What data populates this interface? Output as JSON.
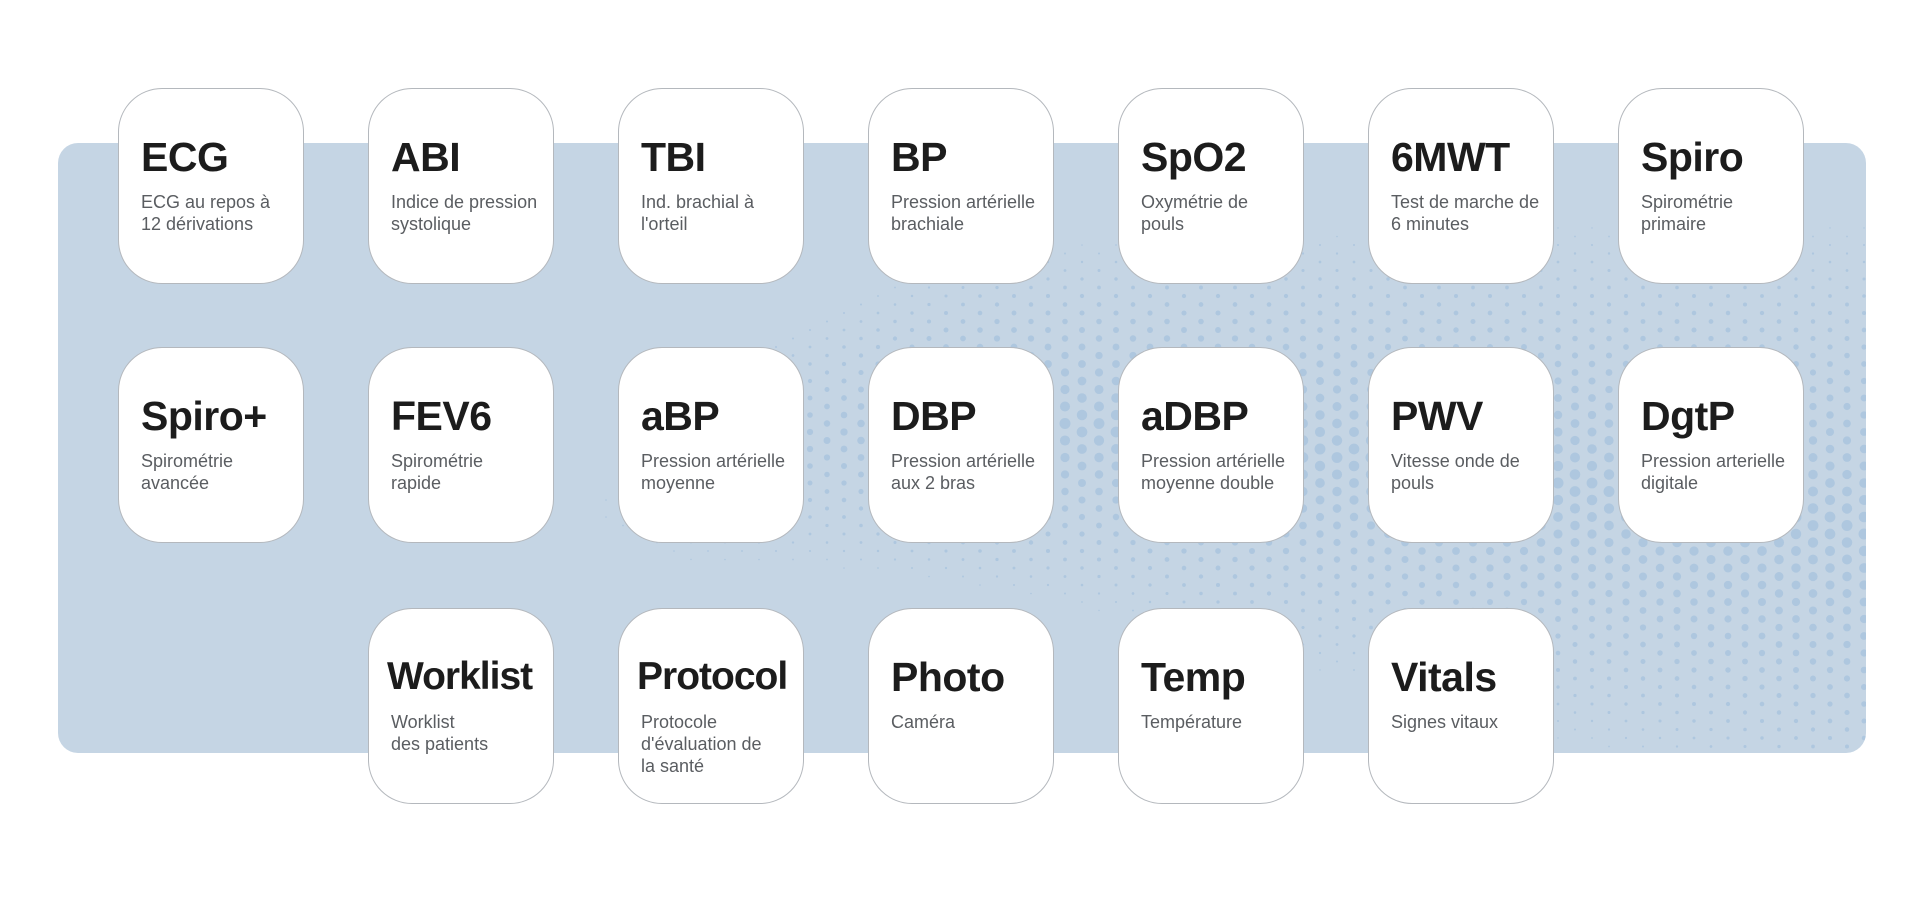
{
  "colors": {
    "background": "#ffffff",
    "panel": "#c5d5e4",
    "dot_pattern": "#a9c4de",
    "tile": "#ffffff",
    "tile_border": "#b4b8bd",
    "code_text": "#1c1c1c",
    "desc_text": "#5a5d61"
  },
  "apps": [
    {
      "id": "ecg",
      "code": "ECG",
      "desc": "ECG au repos à\n12 dérivations"
    },
    {
      "id": "abi",
      "code": "ABI",
      "desc": "Indice de pression\nsystolique"
    },
    {
      "id": "tbi",
      "code": "TBI",
      "desc": "Ind. brachial à\nl'orteil"
    },
    {
      "id": "bp",
      "code": "BP",
      "desc": "Pression artérielle\nbrachiale"
    },
    {
      "id": "spo2",
      "code": "SpO2",
      "desc": "Oxymétrie de\npouls"
    },
    {
      "id": "6mwt",
      "code": "6MWT",
      "desc": "Test de marche de\n6 minutes"
    },
    {
      "id": "spiro",
      "code": "Spiro",
      "desc": "Spirométrie\nprimaire"
    },
    {
      "id": "spiro-plus",
      "code": "Spiro+",
      "desc": "Spirométrie\navancée"
    },
    {
      "id": "fev6",
      "code": "FEV6",
      "desc": "Spirométrie\nrapide"
    },
    {
      "id": "abp",
      "code": "aBP",
      "desc": "Pression artérielle\nmoyenne"
    },
    {
      "id": "dbp",
      "code": "DBP",
      "desc": "Pression artérielle\naux 2 bras"
    },
    {
      "id": "adbp",
      "code": "aDBP",
      "desc": "Pression artérielle\nmoyenne double"
    },
    {
      "id": "pwv",
      "code": "PWV",
      "desc": "Vitesse onde de\npouls"
    },
    {
      "id": "dgtp",
      "code": "DgtP",
      "desc": "Pression arterielle\ndigitale"
    },
    {
      "id": "worklist",
      "code": "Worklist",
      "desc": "Worklist\ndes patients"
    },
    {
      "id": "protocol",
      "code": "Protocol",
      "desc": "Protocole\nd'évaluation de\nla santé"
    },
    {
      "id": "photo",
      "code": "Photo",
      "desc": "Caméra"
    },
    {
      "id": "temp",
      "code": "Temp",
      "desc": "Température"
    },
    {
      "id": "vitals",
      "code": "Vitals",
      "desc": "Signes vitaux"
    }
  ]
}
